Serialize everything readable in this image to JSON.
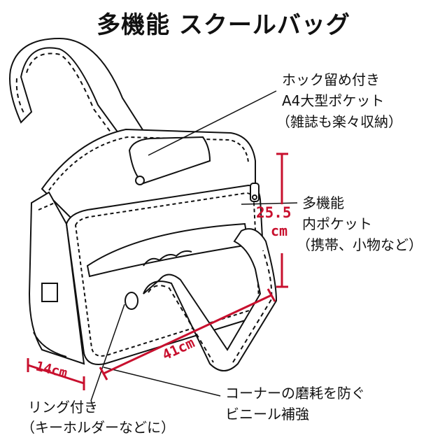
{
  "title": "多機能 スクールバッグ",
  "callouts": {
    "pocket_a4": [
      "ホック留め付き",
      "A4大型ポケット",
      "（雑誌も楽々収納）"
    ],
    "inner_pocket": [
      "多機能",
      "内ポケット",
      "（携帯、小物など）"
    ],
    "corner": [
      "コーナーの磨耗を防ぐ",
      "ビニール補強"
    ],
    "ring": [
      "リング付き",
      "（キーホルダーなどに）"
    ]
  },
  "dimensions": {
    "height_value": "25.5",
    "height_unit": "cm",
    "width": "41cm",
    "depth": "14cm"
  },
  "colors": {
    "dimension": "#c8102e",
    "line": "#111111"
  }
}
